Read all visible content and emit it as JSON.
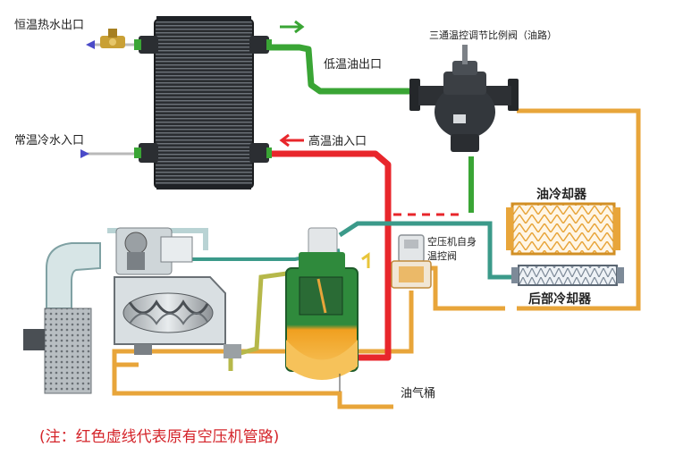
{
  "labels": {
    "hot_water_outlet": "恒温热水出口",
    "cold_water_inlet": "常温冷水入口",
    "low_temp_oil_outlet": "低温油出口",
    "high_temp_oil_inlet": "高温油入口",
    "three_way_valve": "三通温控调节比例阀（油路）",
    "oil_cooler": "油冷却器",
    "after_cooler": "后部冷却器",
    "thermostatic_valve_line1": "空压机自身",
    "thermostatic_valve_line2": "温控阀",
    "oil_gas_tank": "油气桶"
  },
  "note": "(注：红色虚线代表原有空压机管路)",
  "colors": {
    "green_pipe": "#3aa535",
    "red_pipe": "#e8262b",
    "orange_pipe": "#e8a53a",
    "teal_pipe": "#3b9a8a",
    "blue_arrow": "#4a4ac8",
    "note_red": "#d4242a"
  }
}
